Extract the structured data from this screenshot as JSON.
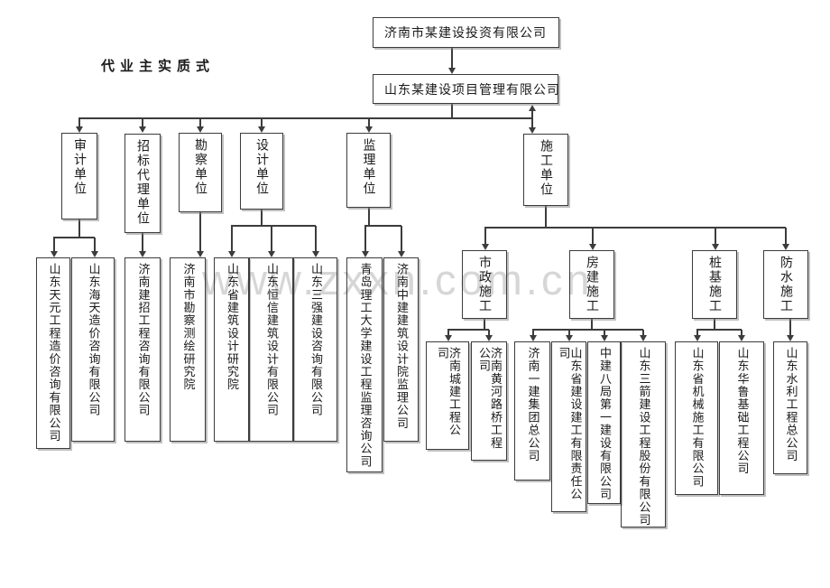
{
  "page": {
    "watermark": "www.zxxn.com.cn",
    "mode_label": "代业主实质式"
  },
  "org": {
    "root": "济南市某建设投资有限公司",
    "manager": "山东某建设项目管理有限公司",
    "units": [
      {
        "label": "审计单位",
        "companies": [
          "山东天元工程造价咨询有限公司",
          "山东海天造价咨询有限公司"
        ]
      },
      {
        "label": "招标代理单位",
        "companies": [
          "济南建招工程咨询有限公司"
        ]
      },
      {
        "label": "勘察单位",
        "companies": [
          "济南市勘察测绘研究院"
        ]
      },
      {
        "label": "设计单位",
        "companies": [
          "山东省建筑设计研究院",
          "山东恒信建筑设计有限公司",
          "山东三强建设咨询有限公司"
        ]
      },
      {
        "label": "监理单位",
        "companies": [
          "青岛理工大学建设工程监理咨询公司",
          "济南中建建筑设计院监理公司"
        ]
      },
      {
        "label": "施工单位",
        "categories": [
          {
            "label": "市政施工",
            "companies": [
              "济南城建工程公司",
              "济南黄河路桥工程公司"
            ]
          },
          {
            "label": "房建施工",
            "companies": [
              "济南一建集团总公司",
              "山东省建设建工有限责任公司",
              "中建八局第一建设有限公司",
              "山东三箭建设工程股份有限公司"
            ]
          },
          {
            "label": "桩基施工",
            "companies": [
              "山东省机械施工有限公司",
              "山东华鲁基础工程公司"
            ]
          },
          {
            "label": "防水施工",
            "companies": [
              "山东水利工程总公司"
            ]
          }
        ]
      }
    ]
  }
}
